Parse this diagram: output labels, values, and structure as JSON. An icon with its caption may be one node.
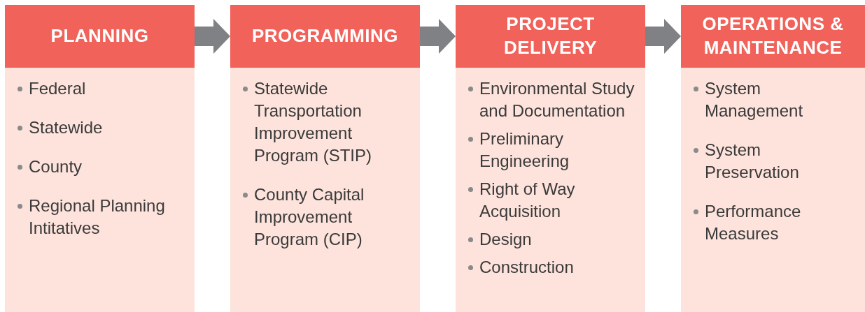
{
  "diagram": {
    "nodes": [
      {
        "text": [
          "PLANNING",
          "Federal",
          "Statewide",
          "County",
          "Regional Planning Intitatives"
        ]
      },
      {
        "text": [
          "PROGRAMMING",
          "Statewide Transportation Improvement Program (STIP)",
          "County Capital Improvement Program (CIP)"
        ]
      },
      {
        "text": [
          "PROJECT DELIVERY",
          "Environmental Study and Documentation",
          "Preliminary Engineering",
          "Right of Way Acquisition",
          "Design",
          "Construction"
        ]
      },
      {
        "text": [
          "OPERATIONS & MAINTENANCE",
          "System Management",
          "System Preservation",
          "Performance Measures"
        ]
      }
    ],
    "edges": [
      {
        "from": 0,
        "to": 1,
        "arrow": "to"
      },
      {
        "from": 1,
        "to": 2,
        "arrow": "to"
      },
      {
        "from": 2,
        "to": 3,
        "arrow": "to"
      }
    ]
  }
}
